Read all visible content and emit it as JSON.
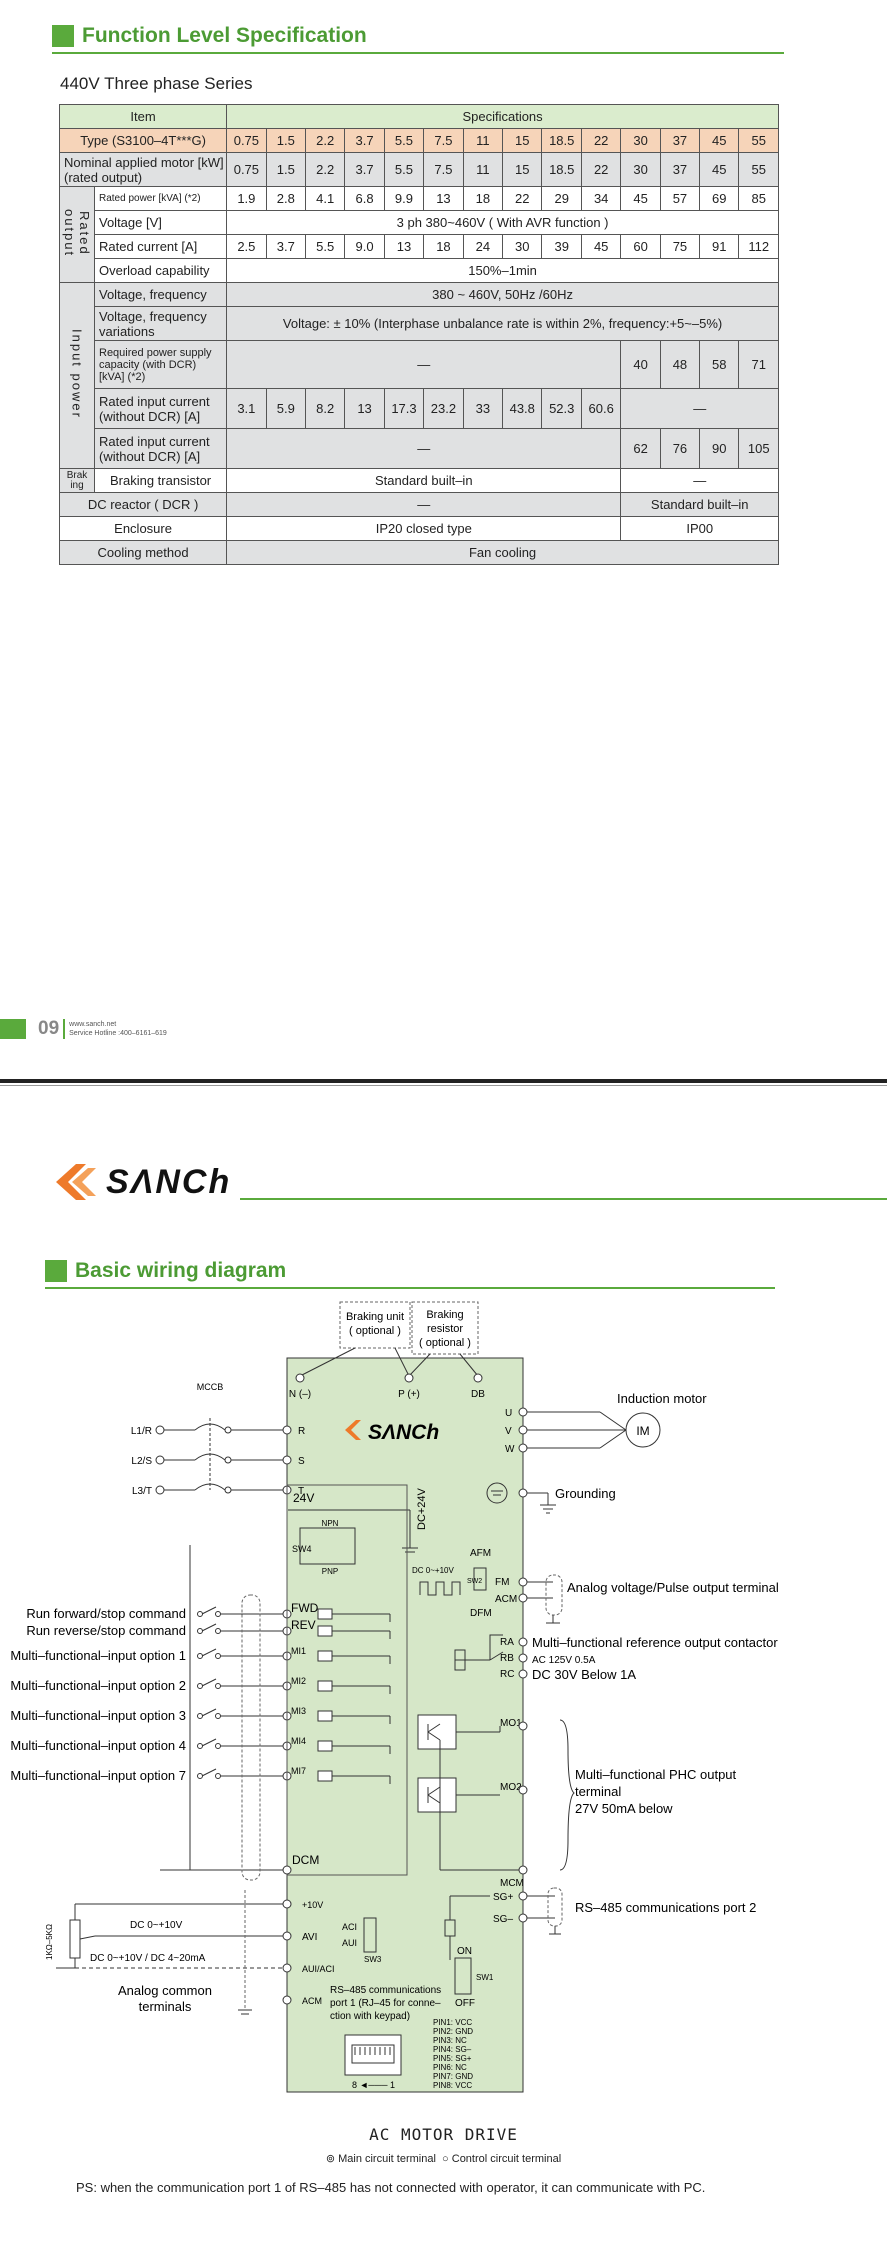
{
  "page1": {
    "section_title": "Function Level Specification",
    "series_title": "440V Three phase Series",
    "table": {
      "item_header": "Item",
      "spec_header": "Specifications",
      "type_label": "Type (S3100–4T***G)",
      "type_values": [
        "0.75",
        "1.5",
        "2.2",
        "3.7",
        "5.5",
        "7.5",
        "11",
        "15",
        "18.5",
        "22",
        "30",
        "37",
        "45",
        "55"
      ],
      "motor_label": "Nominal applied motor [kW](rated output)",
      "motor_values": [
        "0.75",
        "1.5",
        "2.2",
        "3.7",
        "5.5",
        "7.5",
        "11",
        "15",
        "18.5",
        "22",
        "30",
        "37",
        "45",
        "55"
      ],
      "rated_output_group": "Rated output",
      "rated_power_label": "Rated power [kVA] (*2)",
      "rated_power_values": [
        "1.9",
        "2.8",
        "4.1",
        "6.8",
        "9.9",
        "13",
        "18",
        "22",
        "29",
        "34",
        "45",
        "57",
        "69",
        "85"
      ],
      "voltage_label": "Voltage [V]",
      "voltage_value": "3 ph 380~460V ( With AVR function )",
      "rated_current_label": "Rated current [A]",
      "rated_current_values": [
        "2.5",
        "3.7",
        "5.5",
        "9.0",
        "13",
        "18",
        "24",
        "30",
        "39",
        "45",
        "60",
        "75",
        "91",
        "112"
      ],
      "overload_label": "Overload capability",
      "overload_value": "150%–1min",
      "input_power_group": "Input power",
      "vf_label": "Voltage, frequency",
      "vf_value": "380 ~ 460V,  50Hz /60Hz",
      "vfv_label": "Voltage, frequency variations",
      "vfv_value": "Voltage: ± 10% (Interphase unbalance rate is within 2%, frequency:+5~–5%)",
      "rpsc_label": "Required power supply capacity (with DCR) [kVA] (*2)",
      "dash": "—",
      "rpsc_values": [
        "40",
        "48",
        "58",
        "71"
      ],
      "ric_wo_label": "Rated input current (without DCR) [A]",
      "ric_wo_values": [
        "3.1",
        "5.9",
        "8.2",
        "13",
        "17.3",
        "23.2",
        "33",
        "43.8",
        "52.3",
        "60.6"
      ],
      "ric_w_label": "Rated input current (without DCR) [A]",
      "ric_w_values": [
        "62",
        "76",
        "90",
        "105"
      ],
      "braking_group": "Brak ing",
      "braking_label": "Braking transistor",
      "braking_value": "Standard built–in",
      "dcr_label": "DC reactor ( DCR )",
      "dcr_value": "Standard built–in",
      "enclosure_label": "Enclosure",
      "enclosure_value1": "IP20 closed type",
      "enclosure_value2": "IP00",
      "cooling_label": "Cooling method",
      "cooling_value": "Fan cooling"
    },
    "footer": {
      "page_number": "09",
      "website": "www.sanch.net",
      "hotline": "Service Hotline :400–6161–619"
    }
  },
  "page2": {
    "logo": "SΛNCh",
    "section_title": "Basic wiring diagram",
    "diagram": {
      "braking_unit": [
        "Braking unit",
        "( optional )"
      ],
      "braking_resistor": [
        "Braking",
        "resistor",
        "( optional )"
      ],
      "bus_terminals": [
        "N (–)",
        "P (+)",
        "DB"
      ],
      "mccb": "MCCB",
      "inputs": [
        "L1/R",
        "L2/S",
        "L3/T"
      ],
      "input_terminals": [
        "R",
        "S",
        "T"
      ],
      "output_terminals": [
        "U",
        "V",
        "W"
      ],
      "motor_label": "Induction motor",
      "motor_symbol": "IM",
      "grounding": "Grounding",
      "v24": "24V",
      "dc24": "DC+24V",
      "npn": "NPN",
      "pnp": "PNP",
      "sw4": "SW4",
      "afm": "AFM",
      "fm": "FM",
      "acm": "ACM",
      "dfm": "DFM",
      "afm_range": "DC 0~+10V",
      "sw2": "SW2",
      "analog_out_label": "Analog voltage/Pulse output terminal",
      "ra": "RA",
      "rb": "RB",
      "rc": "RC",
      "relay_label1": "Multi–functional reference output contactor",
      "relay_label2": "AC 125V 0.5A",
      "relay_label3": "DC 30V Below 1A",
      "cmd_labels": [
        "Run forward/stop command",
        "Run reverse/stop command",
        "Multi–functional–input option 1",
        "Multi–functional–input option 2",
        "Multi–functional–input option 3",
        "Multi–functional–input option 4",
        "Multi–functional–input option 7"
      ],
      "cmd_terminals": [
        "FWD",
        "REV",
        "MI1",
        "MI2",
        "MI3",
        "MI4",
        "MI7"
      ],
      "dcm": "DCM",
      "mo1": "MO1",
      "mo2": "MO2",
      "mcm": "MCM",
      "phc_label1": "Multi–functional PHC output",
      "phc_label2": "terminal",
      "phc_label3": "27V 50mA below",
      "sgp": "SG+",
      "sgm": "SG–",
      "rs485_label": "RS–485 communications port 2",
      "plus10": "+10V",
      "avi": "AVI",
      "aui": "AUI/ACI",
      "acm2": "ACM",
      "dc_range1": "DC 0~+10V",
      "dc_range2": "DC 0~+10V / DC 4~20mA",
      "pot": "1KΩ–5KΩ",
      "aci": "ACI",
      "aui2": "AUI",
      "sw3": "SW3",
      "sw1": "SW1",
      "on": "ON",
      "off": "OFF",
      "analog_common": [
        "Analog common",
        "terminals"
      ],
      "rs485_port1": [
        "RS–485 communications",
        "port 1 (RJ–45 for conne–",
        "ction with keypad)"
      ],
      "pins": [
        "PIN1: VCC",
        "PIN2: GND",
        "PIN3: NC",
        "PIN4: SG–",
        "PIN5: SG+",
        "PIN6: NC",
        "PIN7: GND",
        "PIN8: VCC"
      ],
      "rj_range": "8 ◄─── 1"
    },
    "drive_title": "AC MOTOR DRIVE",
    "legend_main": "Main circuit terminal",
    "legend_ctrl": "Control circuit terminal",
    "ps_note": "PS: when the communication port 1 of RS–485 has not connected with operator, it can communicate with PC."
  },
  "colors": {
    "accent": "#5aaa3c",
    "header_green": "#daeccd",
    "type_orange": "#f6d4b9",
    "row_gray": "#e0e1e2",
    "diagram_bg": "#d6e7c8",
    "logo_orange": "#ee7a2a"
  }
}
